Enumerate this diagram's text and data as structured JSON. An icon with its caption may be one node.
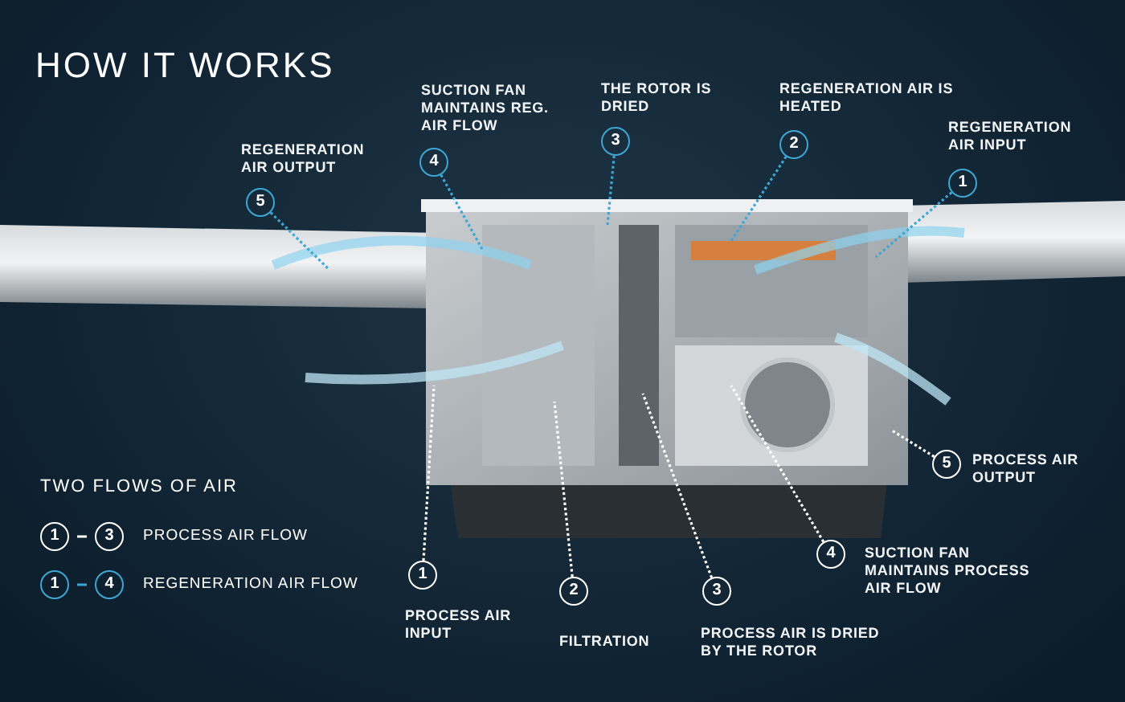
{
  "diagram": {
    "title": "HOW IT WORKS",
    "nodes": [
      {
        "text": [
          "5"
        ],
        "beside": [
          "REGENERATION AIR OUTPUT"
        ]
      },
      {
        "text": [
          "4"
        ],
        "beside": [
          "SUCTION FAN MAINTAINS REG. AIR FLOW"
        ]
      },
      {
        "text": [
          "3"
        ],
        "beside": [
          "THE ROTOR IS DRIED"
        ]
      },
      {
        "text": [
          "2"
        ],
        "beside": [
          "REGENERATION AIR IS HEATED"
        ]
      },
      {
        "text": [
          "1"
        ],
        "beside": [
          "REGENERATION AIR INPUT"
        ]
      },
      {
        "text": [
          "5"
        ],
        "beside": [
          "PROCESS AIR OUTPUT"
        ]
      },
      {
        "text": [
          "1"
        ],
        "beside": [
          "PROCESS AIR INPUT"
        ]
      },
      {
        "text": [
          "2"
        ],
        "beside": [
          "FILTRATION"
        ]
      },
      {
        "text": [
          "3"
        ],
        "beside": [
          "PROCESS AIR IS DRIED BY THE ROTOR"
        ]
      },
      {
        "text": [
          "4"
        ],
        "beside": [
          "SUCTION FAN MAINTAINS PROCESS AIR FLOW"
        ]
      }
    ],
    "edges": [
      {
        "from": 0,
        "to": null,
        "arrow": "none",
        "style": "dashed",
        "color": "#3ea6d4"
      },
      {
        "from": 1,
        "to": null,
        "arrow": "none",
        "style": "dashed",
        "color": "#3ea6d4"
      },
      {
        "from": 2,
        "to": null,
        "arrow": "none",
        "style": "dashed",
        "color": "#3ea6d4"
      },
      {
        "from": 3,
        "to": null,
        "arrow": "none",
        "style": "dashed",
        "color": "#3ea6d4"
      },
      {
        "from": 4,
        "to": null,
        "arrow": "none",
        "style": "dashed",
        "color": "#3ea6d4"
      },
      {
        "from": 5,
        "to": null,
        "arrow": "none",
        "style": "dashed",
        "color": "#ffffff"
      },
      {
        "from": 6,
        "to": null,
        "arrow": "none",
        "style": "dashed",
        "color": "#ffffff"
      },
      {
        "from": 7,
        "to": null,
        "arrow": "none",
        "style": "dashed",
        "color": "#ffffff"
      },
      {
        "from": 8,
        "to": null,
        "arrow": "none",
        "style": "dashed",
        "color": "#ffffff"
      },
      {
        "from": 9,
        "to": null,
        "arrow": "none",
        "style": "dashed",
        "color": "#ffffff"
      }
    ],
    "labels": [
      "TWO FLOWS OF AIR",
      "1",
      "3",
      "1",
      "4"
    ],
    "legend": [
      {
        "text": "PROCESS AIR FLOW"
      },
      {
        "text": "REGENERATION AIR FLOW"
      }
    ]
  }
}
